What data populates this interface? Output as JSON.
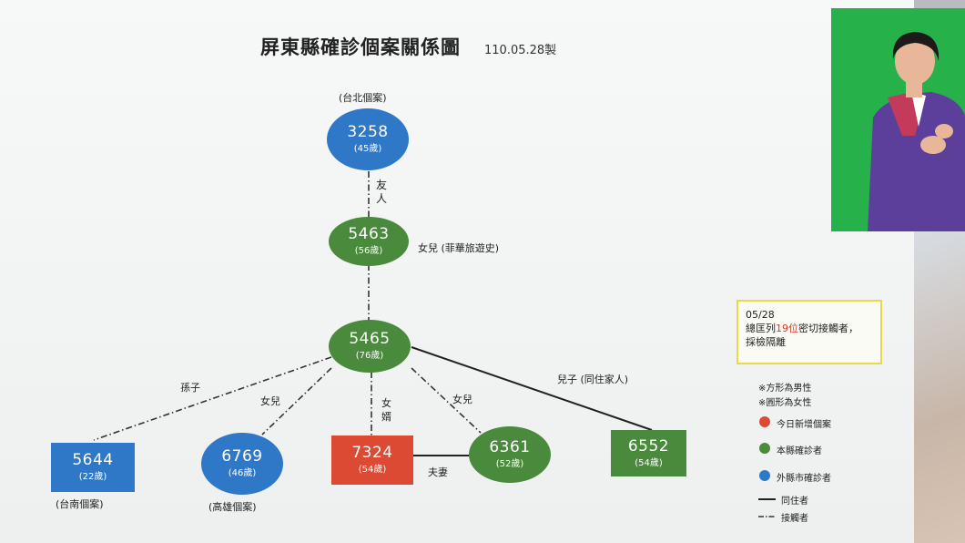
{
  "title": "屏東縣確診個案關係圖",
  "date": "110.05.28製",
  "nodes": {
    "n3258": {
      "id": "3258",
      "age": "(45歲)",
      "note": "(台北個案)"
    },
    "n5463": {
      "id": "5463",
      "age": "(56歲)"
    },
    "n5465": {
      "id": "5465",
      "age": "(76歲)"
    },
    "n5644": {
      "id": "5644",
      "age": "(22歲)",
      "note": "(台南個案)"
    },
    "n6769": {
      "id": "6769",
      "age": "(46歲)",
      "note": "(高雄個案)"
    },
    "n7324": {
      "id": "7324",
      "age": "(54歲)"
    },
    "n6361": {
      "id": "6361",
      "age": "(52歲)"
    },
    "n6552": {
      "id": "6552",
      "age": "(54歲)"
    }
  },
  "relations": {
    "friend": "友人",
    "daughter_travel": "女兒 (菲華旅遊史)",
    "grandson": "孫子",
    "daughter1": "女兒",
    "son_in_law_1": "女",
    "son_in_law_2": "婿",
    "daughter2": "女兒",
    "son_cohabit": "兒子 (同住家人)",
    "spouse": "夫妻"
  },
  "notice": {
    "line1": "05/28",
    "line2_pre": "總匡列",
    "line2_hl": "19位",
    "line2_post": "密切接觸者，",
    "line3": "採檢隔離"
  },
  "legend": {
    "square_male": "※方形為男性",
    "circle_female": "※圓形為女性",
    "new_today": "今日新增個案",
    "local": "本縣確診者",
    "external": "外縣市確診者",
    "cohabitant": "同住者",
    "contact": "接觸者"
  },
  "colors": {
    "blue": "#2f78c7",
    "green": "#4a8a3c",
    "red": "#dc4a33",
    "notice_border": "#e6d94a",
    "highlight": "#d23a2a"
  }
}
